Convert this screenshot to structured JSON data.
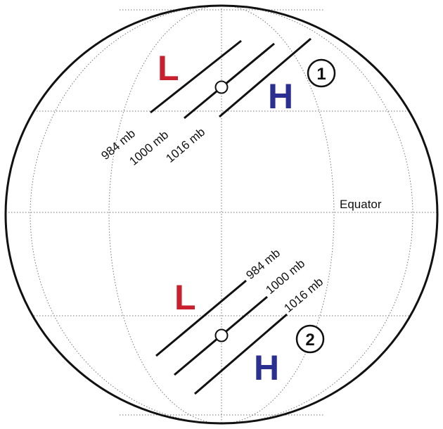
{
  "equator_label": "Equator",
  "colors": {
    "low": "#c8202f",
    "high": "#2b2f8f",
    "line": "#111111"
  },
  "panel_1": {
    "marker": "1",
    "low_label": "L",
    "high_label": "H",
    "isobars": [
      "984 mb",
      "1000 mb",
      "1016 mb"
    ]
  },
  "panel_2": {
    "marker": "2",
    "low_label": "L",
    "high_label": "H",
    "isobars": [
      "984 mb",
      "1000 mb",
      "1016 mb"
    ]
  }
}
